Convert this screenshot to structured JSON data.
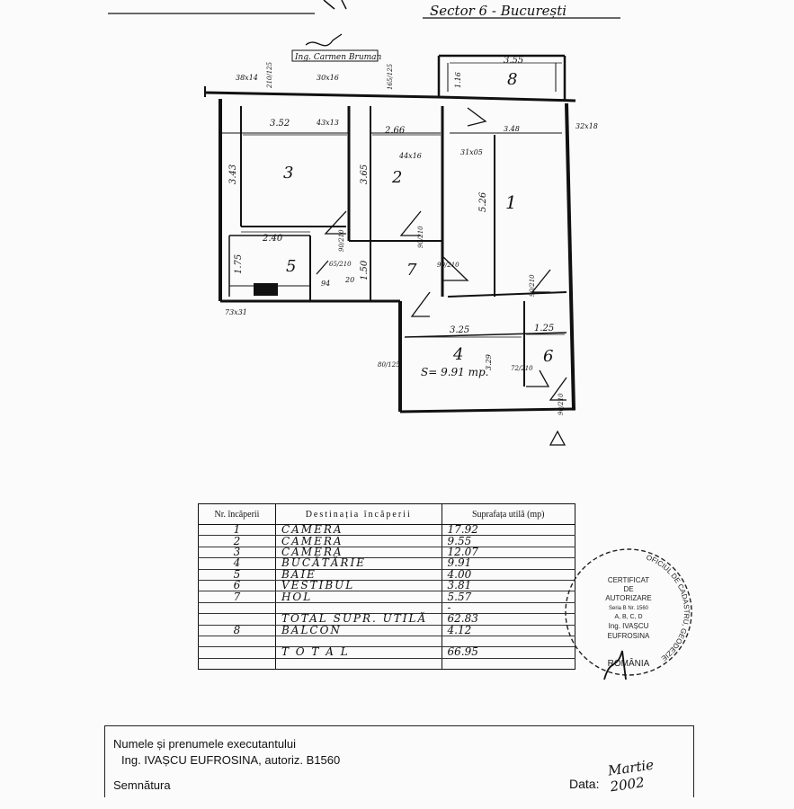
{
  "header": {
    "address": "Sector 6 - București"
  },
  "plan": {
    "engineer_mark": "Ing. Carmen Bruman",
    "rooms": [
      {
        "num": "1"
      },
      {
        "num": "2"
      },
      {
        "num": "3"
      },
      {
        "num": "4"
      },
      {
        "num": "5"
      },
      {
        "num": "6"
      },
      {
        "num": "7"
      },
      {
        "num": "8"
      }
    ],
    "dims": {
      "d_352": "3.52",
      "d_266": "2.66",
      "d_355": "3.55",
      "d_348": "3.48",
      "d_343": "3.43",
      "d_365": "3.65",
      "d_526": "5.26",
      "d_240": "2.40",
      "d_175": "1.75",
      "d_150": "1.50",
      "d_325": "3.25",
      "d_125": "1.25",
      "d_116": "1.16",
      "d_94": "94",
      "d_20": "20",
      "d_329": "3.29",
      "w_38x14": "38x14",
      "w_30x16": "30x16",
      "w_43x13": "43x13",
      "w_44x16": "44x16",
      "w_31x05": "31x05",
      "w_32x18": "32x18",
      "w_73x31": "73x31",
      "door_65": "65/210",
      "door_90a": "90/210",
      "door_90b": "90/210",
      "door_80": "80/125",
      "door_72": "72/210",
      "door_90c": "90/210",
      "door_90d": "90/210",
      "door_90e": "90/210",
      "win_210_125": "210/125",
      "win_165_125": "165/125"
    },
    "area_note": "S= 9.91 mp."
  },
  "table": {
    "headers": [
      "Nr. încăperii",
      "Destinația încăperii",
      "Suprafața utilă (mp)"
    ],
    "rows": [
      {
        "nr": "1",
        "dest": "CAMERA",
        "sup": "17.92"
      },
      {
        "nr": "2",
        "dest": "CAMERA",
        "sup": "9.55"
      },
      {
        "nr": "3",
        "dest": "CAMERA",
        "sup": "12.07"
      },
      {
        "nr": "4",
        "dest": "BUCĂTĂRIE",
        "sup": "9.91"
      },
      {
        "nr": "5",
        "dest": "BAIE",
        "sup": "4.00"
      },
      {
        "nr": "6",
        "dest": "VESTIBUL",
        "sup": "3.81"
      },
      {
        "nr": "7",
        "dest": "HOL",
        "sup": "5.57"
      },
      {
        "nr": "",
        "dest": "",
        "sup": "-"
      },
      {
        "nr": "",
        "dest": "TOTAL SUPR. UTILĂ",
        "sup": "62.83"
      },
      {
        "nr": "8",
        "dest": "BALCON",
        "sup": "4.12"
      },
      {
        "nr": "",
        "dest": "",
        "sup": ""
      },
      {
        "nr": "",
        "dest": "T O T A L",
        "sup": "66.95"
      },
      {
        "nr": "",
        "dest": "",
        "sup": ""
      }
    ]
  },
  "stamp": {
    "ring_text": "OFICIUL DE CADASTRU, GEODEZIE",
    "line1": "CERTIFICAT",
    "line2": "DE",
    "line3": "AUTORIZARE",
    "line4": "Seria B Nr. 1560",
    "line5": "A, B, C, D",
    "line6": "Ing. IVAȘCU",
    "line7": "EUFROSINA",
    "bottom": "ROMÂNIA"
  },
  "executant": {
    "label": "Numele și prenumele executantului",
    "name": "Ing. IVAȘCU EUFROSINA, autoriz. B1560",
    "signature_label": "Semnătura",
    "date_label": "Data:",
    "date_value": "Martie 2002"
  },
  "colors": {
    "ink": "#111111",
    "paper": "#fbfbfb"
  }
}
